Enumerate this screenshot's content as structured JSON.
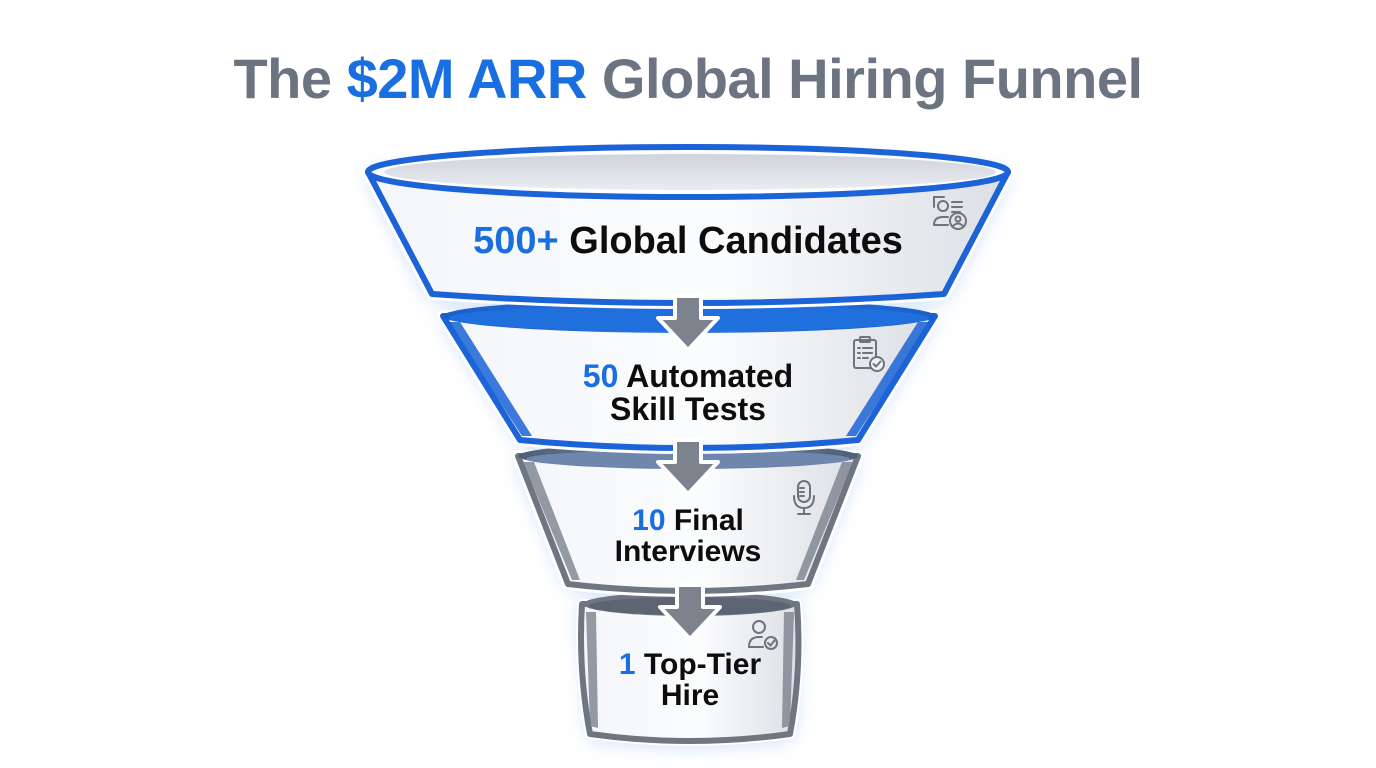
{
  "title": {
    "prefix": "The ",
    "accent": "$2M ARR",
    "suffix": " Global Hiring Funnel"
  },
  "colors": {
    "accent_blue": "#1a6fe0",
    "title_gray": "#6b7480",
    "stage_border_blue": "#1b63d6",
    "stage_border_gray": "#6e7682",
    "arrow_gray": "#7c838d",
    "text_dark": "#0d0d0d"
  },
  "stages": [
    {
      "number": "500+",
      "line1": " Global Candidates",
      "line2": "",
      "icon": "candidate-profile-icon",
      "border": "blue"
    },
    {
      "number": "50",
      "line1": " Automated",
      "line2": "Skill Tests",
      "icon": "clipboard-check-icon",
      "border": "blue"
    },
    {
      "number": "10",
      "line1": " Final",
      "line2": "Interviews",
      "icon": "microphone-icon",
      "border": "gray"
    },
    {
      "number": "1",
      "line1": " Top-Tier",
      "line2": "Hire",
      "icon": "user-check-icon",
      "border": "gray"
    }
  ],
  "arrows": [
    "down-arrow-icon",
    "down-arrow-icon",
    "down-arrow-icon"
  ]
}
